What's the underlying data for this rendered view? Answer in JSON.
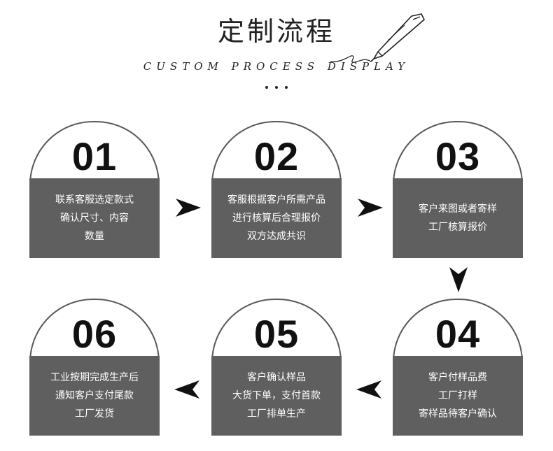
{
  "header": {
    "title": "定制流程",
    "subtitle": "CUSTOM PROCESS DISPLAY"
  },
  "steps": [
    {
      "number": "01",
      "lines": [
        "联系客服选定款式",
        "确认尺寸、内容",
        "数量"
      ]
    },
    {
      "number": "02",
      "lines": [
        "客服根据客户所需产品",
        "进行核算后合理报价",
        "双方达成共识"
      ]
    },
    {
      "number": "03",
      "lines": [
        "客户来图或者寄样",
        "工厂核算报价"
      ]
    },
    {
      "number": "04",
      "lines": [
        "客户付样品费",
        "工厂打样",
        "寄样品待客户确认"
      ]
    },
    {
      "number": "05",
      "lines": [
        "客户确认样品",
        "大货下单，支付首款",
        "工厂排单生产"
      ]
    },
    {
      "number": "06",
      "lines": [
        "工业按期完成生产后",
        "通知客户支付尾款",
        "工厂发货"
      ]
    }
  ],
  "colors": {
    "box": "#5f5f5f",
    "border": "#595959",
    "text_on_box": "#ffffff",
    "arrow": "#111111"
  },
  "icons": [
    "pen-icon",
    "arrow-right-icon",
    "arrow-down-icon",
    "arrow-left-icon"
  ]
}
